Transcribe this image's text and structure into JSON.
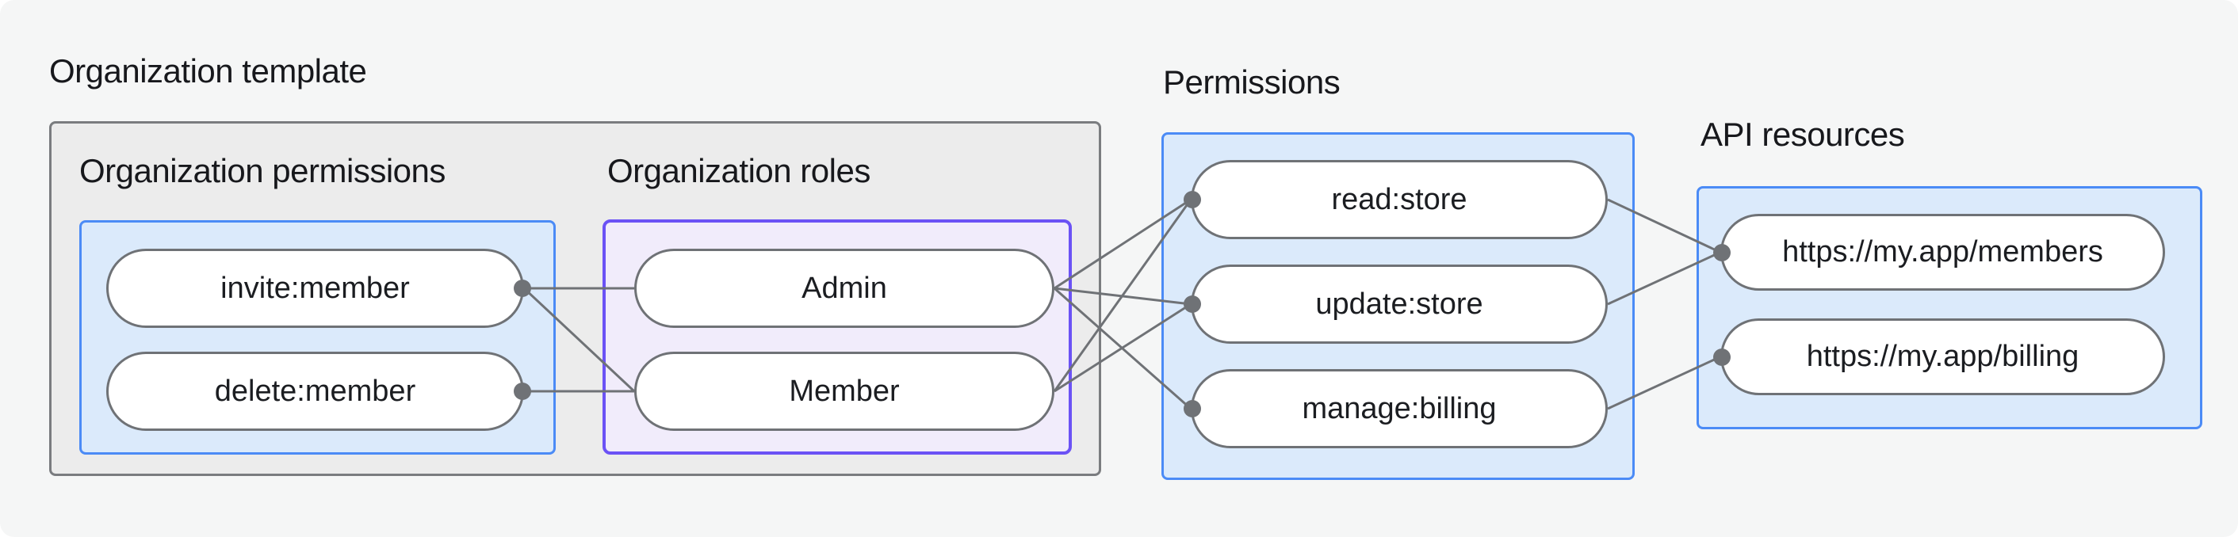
{
  "colors": {
    "card_bg": "#f5f6f6",
    "template_box_bg": "#ececec",
    "template_box_border": "#7a7c7f",
    "blue_box_bg": "#dbeafb",
    "blue_box_border": "#4b8bf6",
    "purple_box_bg": "#f1ecfb",
    "purple_box_border": "#6b52f5",
    "pill_bg": "#ffffff",
    "pill_border": "#6f7276",
    "pill_text": "#1b1d21",
    "line": "#6f7276",
    "text": "#17181c"
  },
  "diagram": {
    "title": "Organization template",
    "template_group": {
      "permissions": {
        "label": "Organization permissions",
        "nodes": [
          {
            "id": "invite",
            "label": "invite:member",
            "port": "right"
          },
          {
            "id": "delete",
            "label": "delete:member",
            "port": "right"
          }
        ]
      },
      "roles": {
        "label": "Organization roles",
        "nodes": [
          {
            "id": "admin",
            "label": "Admin",
            "port": null
          },
          {
            "id": "member",
            "label": "Member",
            "port": null
          }
        ]
      }
    },
    "permissions_group": {
      "label": "Permissions",
      "nodes": [
        {
          "id": "read",
          "label": "read:store",
          "port": "left"
        },
        {
          "id": "update",
          "label": "update:store",
          "port": "left"
        },
        {
          "id": "manage",
          "label": "manage:billing",
          "port": "left"
        }
      ]
    },
    "api_group": {
      "label": "API resources",
      "nodes": [
        {
          "id": "members_api",
          "label": "https://my.app/members",
          "port": "left"
        },
        {
          "id": "billing_api",
          "label": "https://my.app/billing",
          "port": "left"
        }
      ]
    },
    "edges": [
      {
        "from": "invite",
        "from_side": "right",
        "to": "admin",
        "to_side": "left"
      },
      {
        "from": "invite",
        "from_side": "right",
        "to": "member",
        "to_side": "left"
      },
      {
        "from": "delete",
        "from_side": "right",
        "to": "member",
        "to_side": "left"
      },
      {
        "from": "admin",
        "from_side": "right",
        "to": "read",
        "to_side": "left"
      },
      {
        "from": "admin",
        "from_side": "right",
        "to": "update",
        "to_side": "left"
      },
      {
        "from": "admin",
        "from_side": "right",
        "to": "manage",
        "to_side": "left"
      },
      {
        "from": "member",
        "from_side": "right",
        "to": "read",
        "to_side": "left"
      },
      {
        "from": "member",
        "from_side": "right",
        "to": "update",
        "to_side": "left"
      },
      {
        "from": "read",
        "from_side": "right",
        "to": "members_api",
        "to_side": "left"
      },
      {
        "from": "update",
        "from_side": "right",
        "to": "members_api",
        "to_side": "left"
      },
      {
        "from": "manage",
        "from_side": "right",
        "to": "billing_api",
        "to_side": "left"
      }
    ]
  }
}
